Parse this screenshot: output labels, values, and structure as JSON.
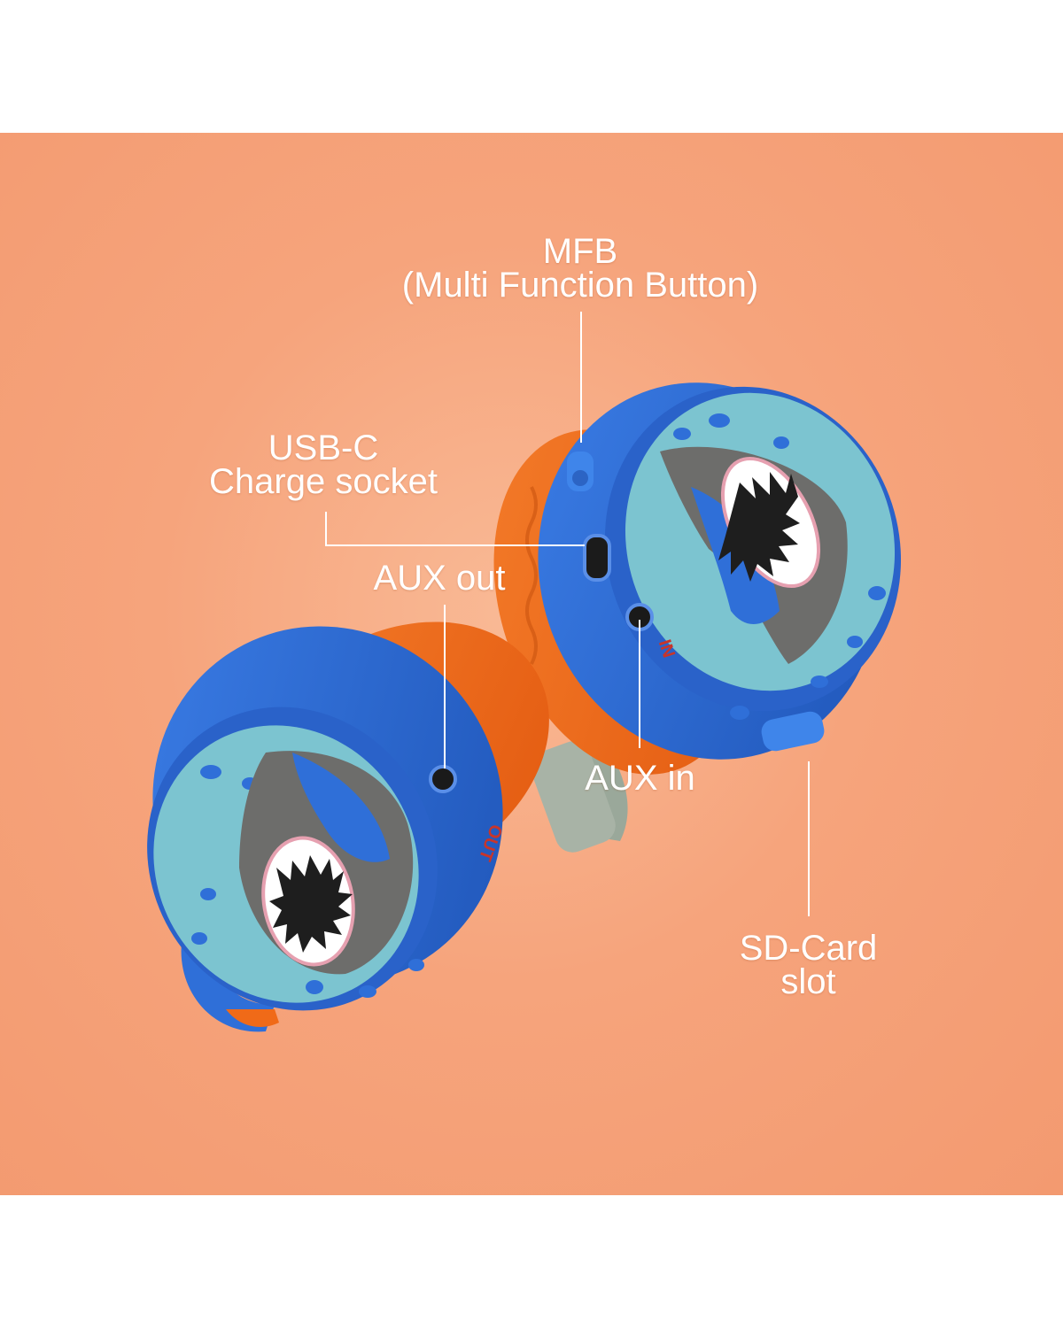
{
  "callouts": {
    "mfb": {
      "line1": "MFB",
      "line2": "(Multi Function Button)"
    },
    "usbc": {
      "line1": "USB-C",
      "line2": "Charge socket"
    },
    "aux_out": {
      "text": "AUX out"
    },
    "aux_in": {
      "text": "AUX in"
    },
    "sd_card": {
      "line1": "SD-Card",
      "line2": "slot"
    }
  },
  "port_markings": {
    "in": "IN",
    "out": "OUT"
  },
  "colors": {
    "background": "#f6a47c",
    "shell_blue": "#2f6fd8",
    "face_teal": "#7cc4d0",
    "cushion_orange": "#f06a18",
    "shark_gray": "#6d6d6b",
    "label_white": "#ffffff",
    "port_text_red": "#c8352a"
  }
}
